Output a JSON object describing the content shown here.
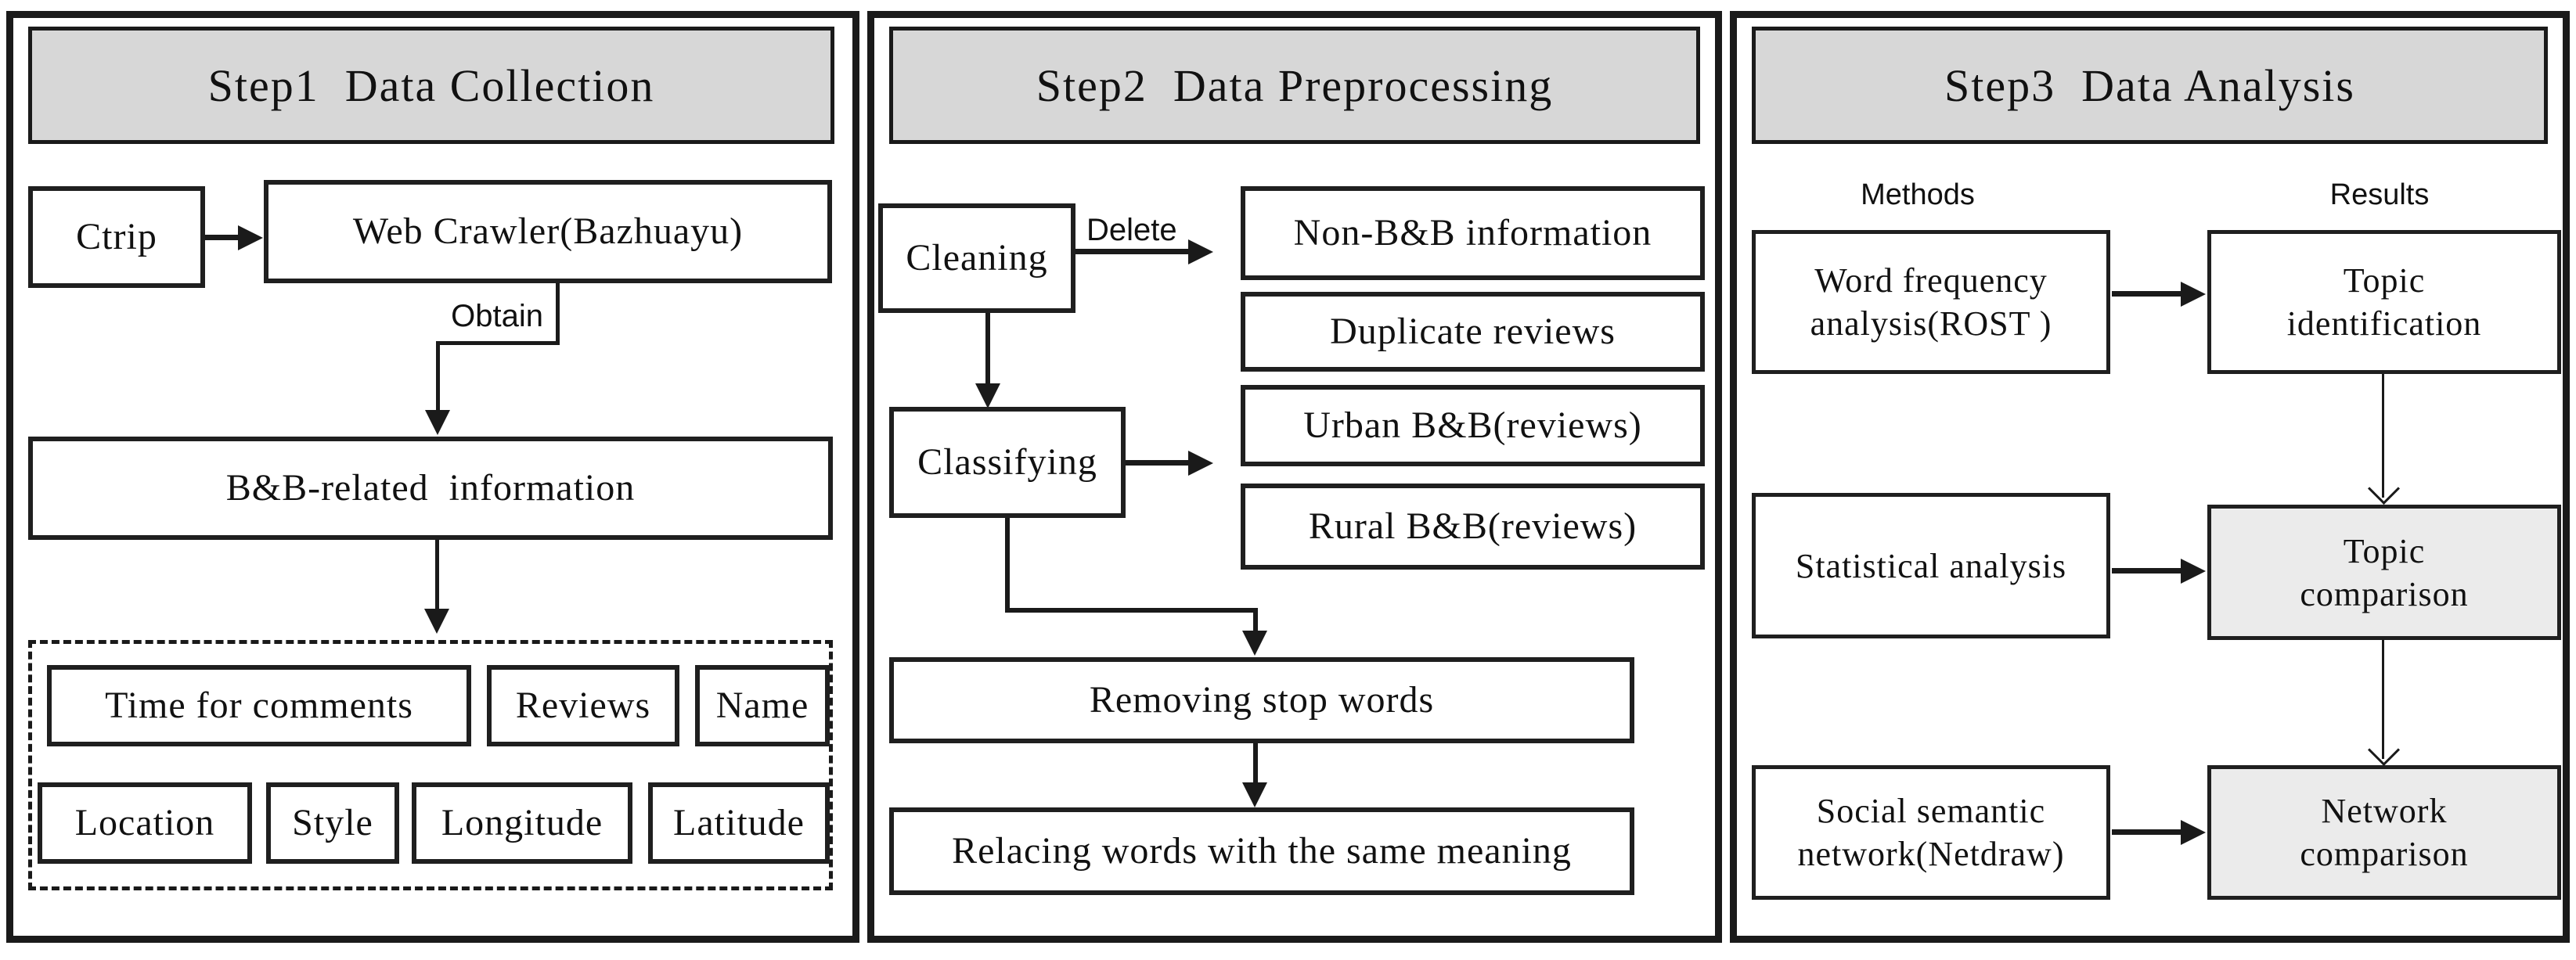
{
  "colors": {
    "header_fill": "#d7d7d7",
    "shaded_box_fill": "#ebebeb",
    "line_color": "#1a1a1a",
    "box_fill": "#ffffff"
  },
  "panel1": {
    "title": "Step1  Data Collection",
    "ctrip": "Ctrip",
    "web_crawler": "Web Crawler(Bazhuayu)",
    "obtain_label": "Obtain",
    "bnb_info": "B&B-related  information",
    "fields_row1": [
      "Time for comments",
      "Reviews",
      "Name"
    ],
    "fields_row2": [
      "Location",
      "Style",
      "Longitude",
      "Latitude"
    ]
  },
  "panel2": {
    "title": "Step2  Data Preprocessing",
    "cleaning": "Cleaning",
    "delete_label": "Delete",
    "non_bnb": "Non-B&B information",
    "duplicate_reviews": "Duplicate reviews",
    "classifying": "Classifying",
    "urban": "Urban B&B(reviews)",
    "rural": "Rural B&B(reviews)",
    "removing_stop_words": "Removing stop words",
    "relacing_words": "Relacing words with the same meaning"
  },
  "panel3": {
    "title": "Step3  Data Analysis",
    "methods_label": "Methods",
    "results_label": "Results",
    "rows": [
      {
        "method": "Word frequency\nanalysis(ROST )",
        "result": "Topic\nidentification"
      },
      {
        "method": "Statistical analysis",
        "result": "Topic\ncomparison"
      },
      {
        "method": "Social semantic\nnetwork(Netdraw)",
        "result": "Network\ncomparison"
      }
    ]
  }
}
